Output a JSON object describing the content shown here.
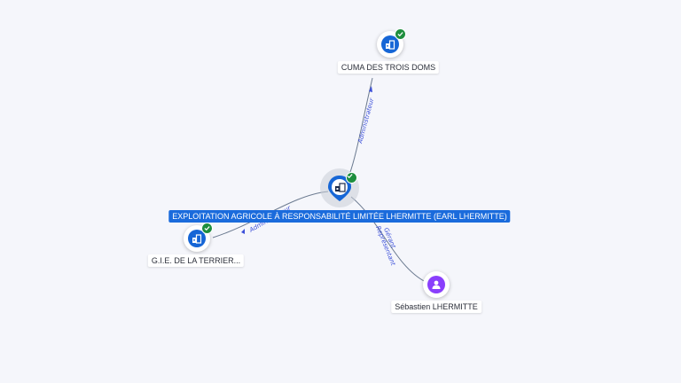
{
  "nodes": {
    "main": {
      "label": "EXPLOITATION AGRICOLE À RESPONSABILITÉ LIMITÉE LHERMITTE (EARL LHERMITTE)",
      "icon": "company-building-icon",
      "status": "verified-check-icon"
    },
    "cuma": {
      "label": "CUMA DES TROIS DOMS",
      "icon": "company-building-icon",
      "status": "verified-check-icon"
    },
    "gie": {
      "label": "G.I.E. DE LA TERRIER...",
      "icon": "company-building-icon",
      "status": "verified-check-icon"
    },
    "person": {
      "label": "Sébastien LHERMITTE",
      "icon": "person-icon"
    }
  },
  "edges": {
    "cuma_link": "Administrateur",
    "gie_link": "Administrateur",
    "person_link_role1": "Gérant",
    "person_link_role2": "Représentant"
  },
  "colors": {
    "company": "#1666d6",
    "person": "#8a3ffc",
    "verified": "#1e8e3e",
    "edge_label": "#3b4fd9"
  }
}
